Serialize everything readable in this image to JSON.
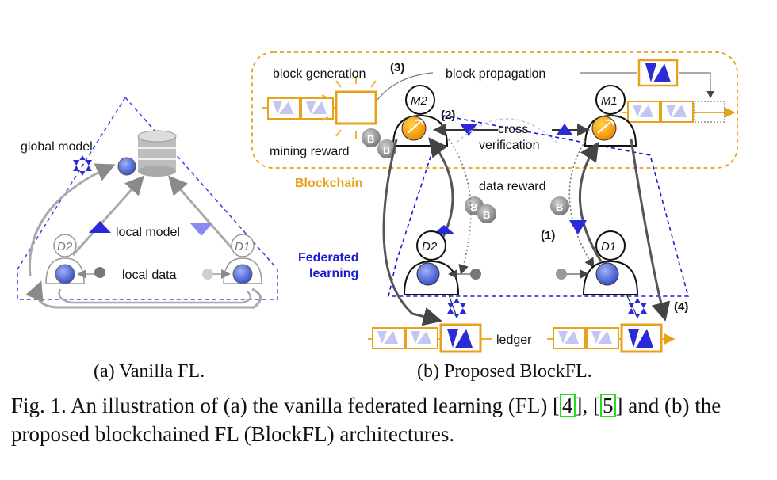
{
  "panel_a": {
    "global_model": "global model",
    "local_model": "local model",
    "local_data": "local data",
    "device_1": "D1",
    "device_2": "D2",
    "caption": "(a) Vanilla FL."
  },
  "panel_b": {
    "block_generation": "block generation",
    "block_propagation": "block propagation",
    "step_3": "(3)",
    "step_2": "(2)",
    "step_1": "(1)",
    "step_4": "(4)",
    "mining_reward": "mining reward",
    "cross": "cross",
    "verification": "verification",
    "blockchain": "Blockchain",
    "data_reward": "data reward",
    "federated": "Federated",
    "learning": "learning",
    "ledger": "ledger",
    "miner_1": "M1",
    "miner_2": "M2",
    "device_1": "D1",
    "device_2": "D2",
    "caption": "(b) Proposed BlockFL.",
    "blockchain_color": "#e8a21a",
    "federated_color": "#1a1aa8"
  },
  "figure_caption": {
    "prefix": "Fig. 1.  An illustration of (a) the vanilla federated learning (FL) [",
    "ref1": "4",
    "mid": "], [",
    "ref2": "5",
    "suffix": "] and (b) the proposed blockchained FL (BlockFL) architectures."
  }
}
